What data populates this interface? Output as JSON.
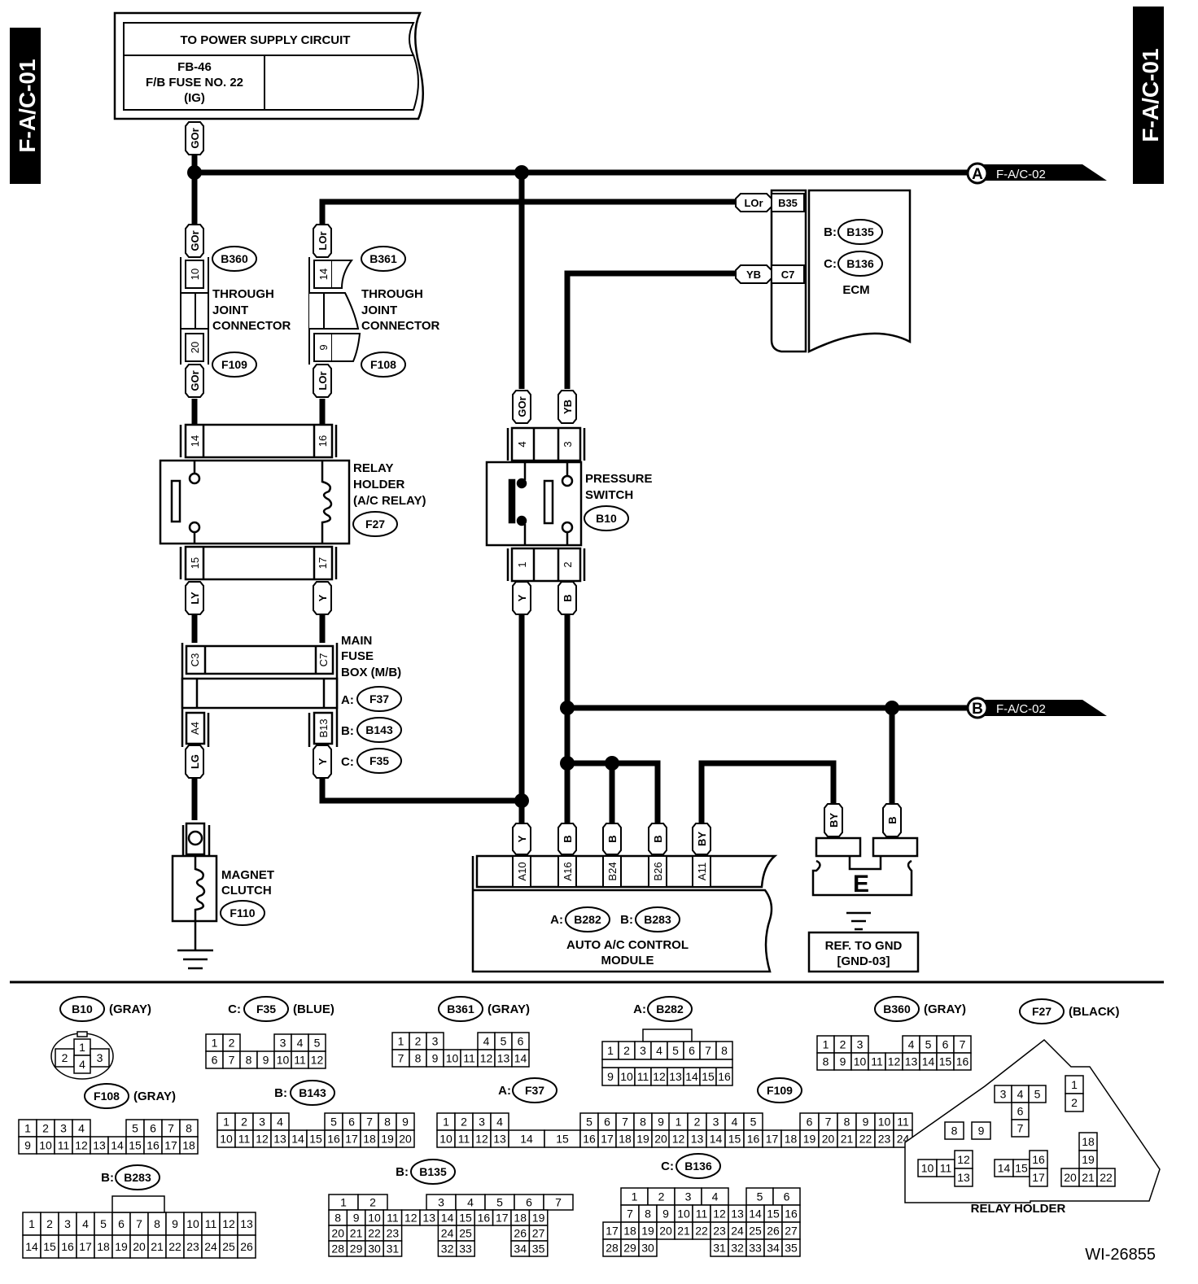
{
  "page": {
    "side_tab_left": "F-A/C-01",
    "side_tab_right": "F-A/C-01",
    "drawing_number": "WI-26855"
  },
  "power_supply": {
    "title": "TO POWER SUPPLY CIRCUIT",
    "fuse_lines": [
      "FB-46",
      "F/B FUSE NO. 22",
      "(IG)"
    ]
  },
  "offpage": {
    "A": {
      "letter": "A",
      "target": "F-A/C-02"
    },
    "B": {
      "letter": "B",
      "target": "F-A/C-02"
    }
  },
  "ecm": {
    "name": "ECM",
    "connectors": [
      {
        "prefix": "B:",
        "id": "B135"
      },
      {
        "prefix": "C:",
        "id": "B136"
      }
    ],
    "pins": [
      {
        "wire": "LOr",
        "pin": "B35"
      },
      {
        "wire": "YB",
        "pin": "C7"
      }
    ]
  },
  "through_joint_b360": {
    "label_lines": [
      "THROUGH",
      "JOINT",
      "CONNECTOR"
    ],
    "top_id": "B360",
    "bottom_id": "F109",
    "top_pin": "10",
    "bottom_pin": "20",
    "wire_top": "GOr",
    "wire_bottom": "GOr"
  },
  "through_joint_b361": {
    "label_lines": [
      "THROUGH",
      "JOINT",
      "CONNECTOR"
    ],
    "top_id": "B361",
    "bottom_id": "F108",
    "top_pin": "14",
    "bottom_pin": "9",
    "wire_top": "LOr",
    "wire_bottom": "LOr"
  },
  "wire_supply": "GOr",
  "relay": {
    "label_lines": [
      "RELAY",
      "HOLDER",
      "(A/C RELAY)"
    ],
    "id": "F27",
    "pins_top": [
      "14",
      "16"
    ],
    "pins_bottom": [
      "15",
      "17"
    ],
    "wires_bottom": [
      "LY",
      "Y"
    ]
  },
  "pressure_switch": {
    "label_lines": [
      "PRESSURE",
      "SWITCH"
    ],
    "id": "B10",
    "pins_top": [
      "4",
      "3"
    ],
    "pins_bottom": [
      "1",
      "2"
    ],
    "wires_top": [
      "GOr",
      "YB"
    ],
    "wires_bottom": [
      "Y",
      "B"
    ]
  },
  "main_fuse_box": {
    "label_lines": [
      "MAIN",
      "FUSE",
      "BOX (M/B)"
    ],
    "connectors": [
      {
        "prefix": "A:",
        "id": "F37"
      },
      {
        "prefix": "B:",
        "id": "B143"
      },
      {
        "prefix": "C:",
        "id": "F35"
      }
    ],
    "pins_top": [
      "C3",
      "C7"
    ],
    "pins_bottom": [
      "A4",
      "B13"
    ],
    "wires_bottom": [
      "LG",
      "Y"
    ]
  },
  "magnet_clutch": {
    "label_lines": [
      "MAGNET",
      "CLUTCH"
    ],
    "id": "F110"
  },
  "ac_module": {
    "label_lines": [
      "AUTO A/C CONTROL",
      "MODULE"
    ],
    "connectors": [
      {
        "prefix": "A:",
        "id": "B282"
      },
      {
        "prefix": "B:",
        "id": "B283"
      }
    ],
    "pins": [
      {
        "wire": "Y",
        "pin": "A10"
      },
      {
        "wire": "B",
        "pin": "A16"
      },
      {
        "wire": "B",
        "pin": "B24"
      },
      {
        "wire": "B",
        "pin": "B26"
      },
      {
        "wire": "BY",
        "pin": "A11"
      }
    ]
  },
  "ground": {
    "letter": "E",
    "wires": [
      "BY",
      "B"
    ],
    "ref_lines": [
      "REF. TO GND",
      "[GND-03]"
    ]
  },
  "connector_views": {
    "b10": {
      "id": "B10",
      "color": "(GRAY)",
      "pins": [
        "1",
        "2",
        "3",
        "4"
      ]
    },
    "f35": {
      "prefix": "C:",
      "id": "F35",
      "color": "(BLUE)"
    },
    "b361": {
      "id": "B361",
      "color": "(GRAY)"
    },
    "b282": {
      "prefix": "A:",
      "id": "B282"
    },
    "b360": {
      "id": "B360",
      "color": "(GRAY)"
    },
    "f27": {
      "id": "F27",
      "color": "(BLACK)",
      "caption": "RELAY HOLDER"
    },
    "f108": {
      "id": "F108",
      "color": "(GRAY)"
    },
    "b143": {
      "prefix": "B:",
      "id": "B143"
    },
    "f37": {
      "prefix": "A:",
      "id": "F37"
    },
    "f109": {
      "id": "F109"
    },
    "b283": {
      "prefix": "B:",
      "id": "B283"
    },
    "b135": {
      "prefix": "B:",
      "id": "B135"
    },
    "b136": {
      "prefix": "C:",
      "id": "B136"
    }
  }
}
